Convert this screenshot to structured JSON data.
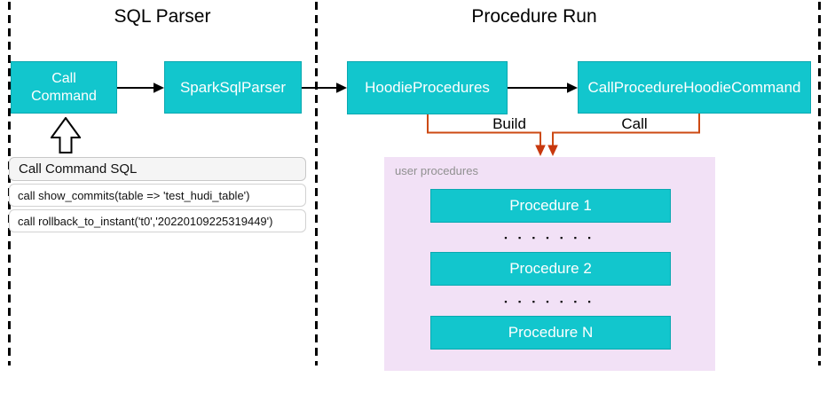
{
  "sections": {
    "sql_parser": {
      "title": "SQL Parser"
    },
    "procedure_run": {
      "title": "Procedure Run"
    }
  },
  "nodes": {
    "call_command": "Call Command",
    "spark_sql_parser": "SparkSqlParser",
    "hoodie_procedures": "HoodieProcedures",
    "call_procedure_hoodie_command": "CallProcedureHoodieCommand"
  },
  "edge_labels": {
    "build": "Build",
    "call": "Call"
  },
  "sql_card": {
    "header": "Call Command SQL",
    "rows": [
      "call show_commits(table => 'test_hudi_table')",
      "call rollback_to_instant('t0','20220109225319449')"
    ]
  },
  "user_procedures": {
    "label": "user procedures",
    "items": [
      "Procedure 1",
      "Procedure 2",
      "Procedure N"
    ],
    "ellipsis": "▪ ▪ ▪ ▪ ▪ ▪ ▪"
  },
  "colors": {
    "node_teal": "#12c6cd",
    "panel_pink": "#f2e1f6",
    "connector_orange": "#cc4a13",
    "line_black": "#000000",
    "label_gray": "#909090"
  }
}
